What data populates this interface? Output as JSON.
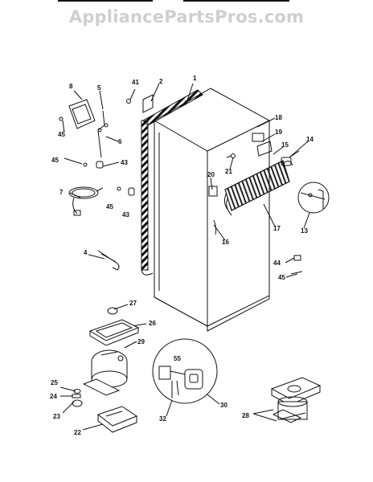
{
  "watermark": "AppliancePartsPros.com",
  "labels": [
    {
      "id": "1",
      "text": "1"
    },
    {
      "id": "2",
      "text": "2"
    },
    {
      "id": "4",
      "text": "4"
    },
    {
      "id": "5",
      "text": "5"
    },
    {
      "id": "6",
      "text": "6"
    },
    {
      "id": "7",
      "text": "7"
    },
    {
      "id": "8",
      "text": "8"
    },
    {
      "id": "13",
      "text": "13"
    },
    {
      "id": "14",
      "text": "14"
    },
    {
      "id": "15",
      "text": "15"
    },
    {
      "id": "16",
      "text": "16"
    },
    {
      "id": "17",
      "text": "17"
    },
    {
      "id": "18",
      "text": "18"
    },
    {
      "id": "19",
      "text": "19"
    },
    {
      "id": "20",
      "text": "20"
    },
    {
      "id": "21",
      "text": "21"
    },
    {
      "id": "22",
      "text": "22"
    },
    {
      "id": "23",
      "text": "23"
    },
    {
      "id": "24",
      "text": "24"
    },
    {
      "id": "25",
      "text": "25"
    },
    {
      "id": "26",
      "text": "26"
    },
    {
      "id": "27",
      "text": "27"
    },
    {
      "id": "28",
      "text": "28"
    },
    {
      "id": "29",
      "text": "29"
    },
    {
      "id": "30",
      "text": "30"
    },
    {
      "id": "32",
      "text": "32"
    },
    {
      "id": "41",
      "text": "41"
    },
    {
      "id": "43a",
      "text": "43"
    },
    {
      "id": "43b",
      "text": "43"
    },
    {
      "id": "44",
      "text": "44"
    },
    {
      "id": "45a",
      "text": "45"
    },
    {
      "id": "45b",
      "text": "45"
    },
    {
      "id": "45c",
      "text": "45"
    },
    {
      "id": "45d",
      "text": "45"
    },
    {
      "id": "55",
      "text": "55"
    }
  ]
}
